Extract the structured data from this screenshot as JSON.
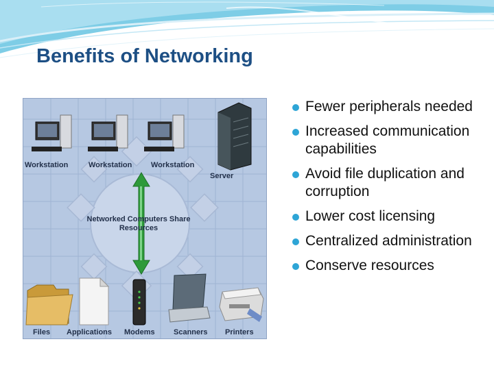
{
  "slide": {
    "title": "Benefits of Networking",
    "bullets": [
      "Fewer peripherals needed",
      "Increased communication capabilities",
      "Avoid file duplication and corruption",
      "Lower cost licensing",
      "Centralized administration",
      "Conserve resources"
    ]
  },
  "diagram": {
    "workstation_labels": [
      "Workstation",
      "Workstation",
      "Workstation"
    ],
    "server_label": "Server",
    "center_label": "Networked Computers Share Resources",
    "bottom_labels": [
      "Files",
      "Applications",
      "Modems",
      "Scanners",
      "Printers"
    ]
  },
  "colors": {
    "title": "#1d4f84",
    "bullet": "#2ea5d6",
    "arrow": "#2e9a3a",
    "diagram_bg": "#b6c8e2"
  },
  "icons": [
    "computer-icon",
    "server-icon",
    "folder-icon",
    "document-icon",
    "modem-icon",
    "scanner-icon",
    "printer-icon",
    "bidirectional-arrow-icon"
  ]
}
